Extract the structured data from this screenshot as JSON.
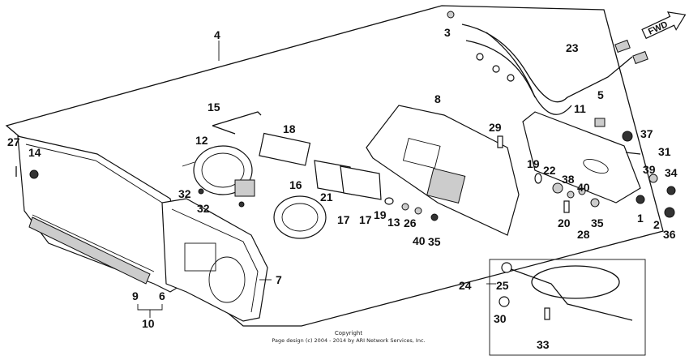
{
  "direction_label": "FWD",
  "copyright_line1": "Copyright",
  "copyright_line2": "Page design (c) 2004 - 2014 by ARI Network Services, Inc.",
  "labels": [
    "1",
    "2",
    "3",
    "4",
    "5",
    "6",
    "7",
    "8",
    "9",
    "10",
    "11",
    "12",
    "13",
    "14",
    "15",
    "16",
    "17",
    "17",
    "18",
    "19",
    "19",
    "20",
    "21",
    "22",
    "23",
    "24",
    "25",
    "26",
    "27",
    "28",
    "29",
    "30",
    "31",
    "32",
    "32",
    "33",
    "34",
    "35",
    "35",
    "36",
    "37",
    "38",
    "39",
    "40",
    "40"
  ]
}
